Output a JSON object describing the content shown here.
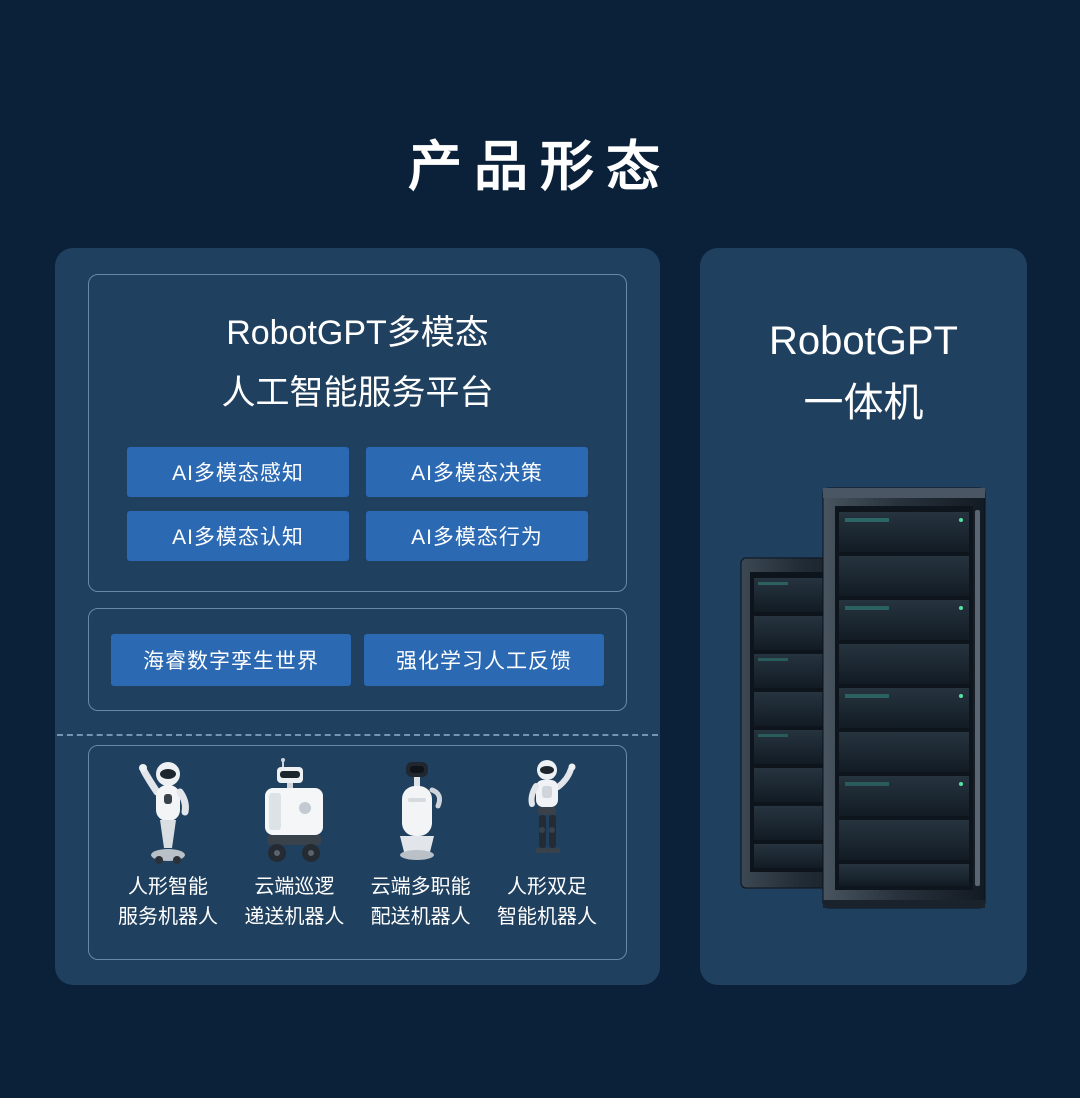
{
  "page": {
    "title": "产品形态"
  },
  "left_panel": {
    "platform": {
      "title_line1": "RobotGPT多模态",
      "title_line2": "人工智能服务平台",
      "modules": [
        "AI多模态感知",
        "AI多模态决策",
        "AI多模态认知",
        "AI多模态行为"
      ]
    },
    "middle": {
      "items": [
        "海睿数字孪生世界",
        "强化学习人工反馈"
      ]
    },
    "robots": [
      {
        "line1": "人形智能",
        "line2": "服务机器人"
      },
      {
        "line1": "云端巡逻",
        "line2": "递送机器人"
      },
      {
        "line1": "云端多职能",
        "line2": "配送机器人"
      },
      {
        "line1": "人形双足",
        "line2": "智能机器人"
      }
    ]
  },
  "right_panel": {
    "title_line1": "RobotGPT",
    "title_line2": "一体机"
  },
  "colors": {
    "background": "#0b2139",
    "panel": "#20405f",
    "button_blue": "#2b69b3",
    "box_border": "#a5c3e1",
    "text": "#ffffff"
  }
}
